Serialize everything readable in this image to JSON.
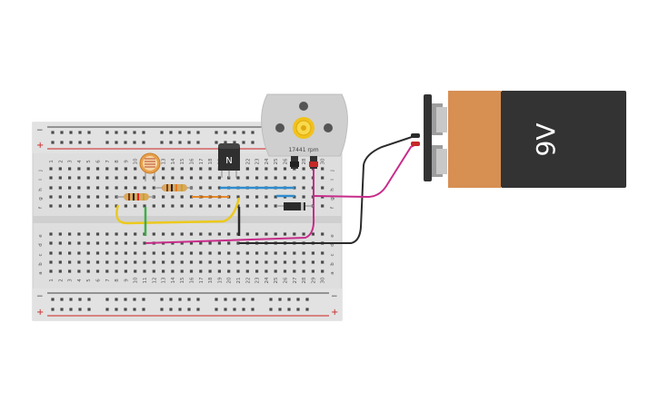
{
  "breadboard": {
    "rail_minus": "−",
    "rail_plus": "+",
    "row_letters_top": [
      "j",
      "i",
      "h",
      "g",
      "f"
    ],
    "row_letters_bottom": [
      "e",
      "d",
      "c",
      "b",
      "a"
    ],
    "column_numbers": [
      "1",
      "2",
      "3",
      "4",
      "5",
      "6",
      "7",
      "8",
      "9",
      "10",
      "11",
      "12",
      "13",
      "14",
      "15",
      "16",
      "17",
      "18",
      "19",
      "20",
      "21",
      "22",
      "23",
      "24",
      "25",
      "26",
      "27",
      "28",
      "29",
      "30"
    ]
  },
  "transistor": {
    "label": "N"
  },
  "motor": {
    "rpm_label": "17441 rpm"
  },
  "battery": {
    "label": "9V"
  },
  "colors": {
    "board": "#dcdcdc",
    "battery_orange": "#d78f52",
    "battery_body": "#333333",
    "wire_magenta": "#c72c8a",
    "wire_black": "#2b2b2b",
    "wire_yellow": "#ecc91c",
    "wire_green": "#3fae49",
    "wire_blue": "#2e8ccf",
    "wire_orange": "#e6892c"
  }
}
